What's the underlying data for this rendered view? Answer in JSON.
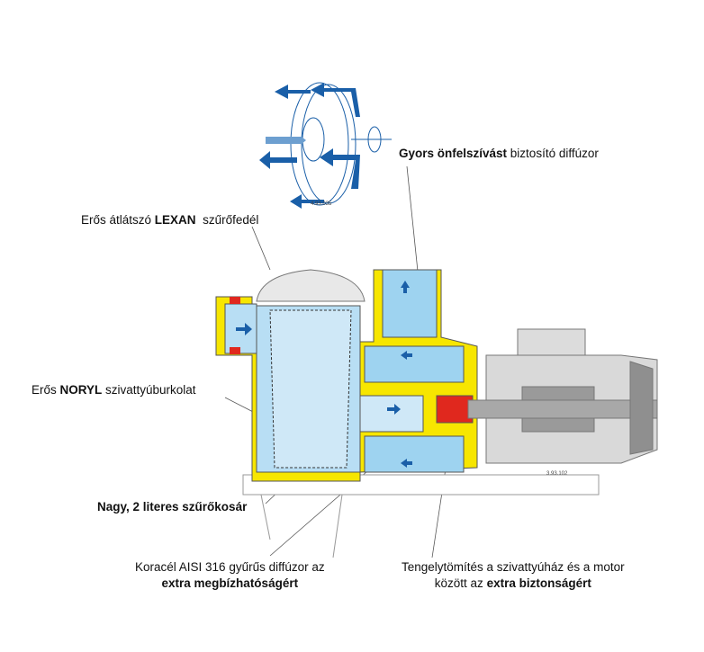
{
  "labels": {
    "diffuser_bold": "Gyors önfelszívást",
    "diffuser_rest": " biztosító diffúzor",
    "lid_pre": "Erős átlátszó ",
    "lid_bold": "LEXAN",
    "lid_post": "  szűrőfedél",
    "housing_pre": "Erős ",
    "housing_bold": "NORYL",
    "housing_post": " szivattyúburkolat",
    "basket": "Nagy, 2 literes szűrőkosár",
    "steel_line1": "Koracél AISI 316 gyűrűs diffúzor az",
    "steel_line2": "extra megbízhatóságért",
    "seal_line1": "Tengelytömítés a szivattyúház és a motor",
    "seal_line2_pre": "között az ",
    "seal_line2_bold": "extra biztonságért"
  },
  "codes": {
    "impeller": "4.93.035",
    "motor": "3.93.102"
  },
  "colors": {
    "housing": "#f7e600",
    "water": "#b8def4",
    "arrow": "#1a5fa8",
    "motor": "#d9d9d9",
    "motor_dark": "#9a9a9a",
    "seal": "#e0281e"
  }
}
